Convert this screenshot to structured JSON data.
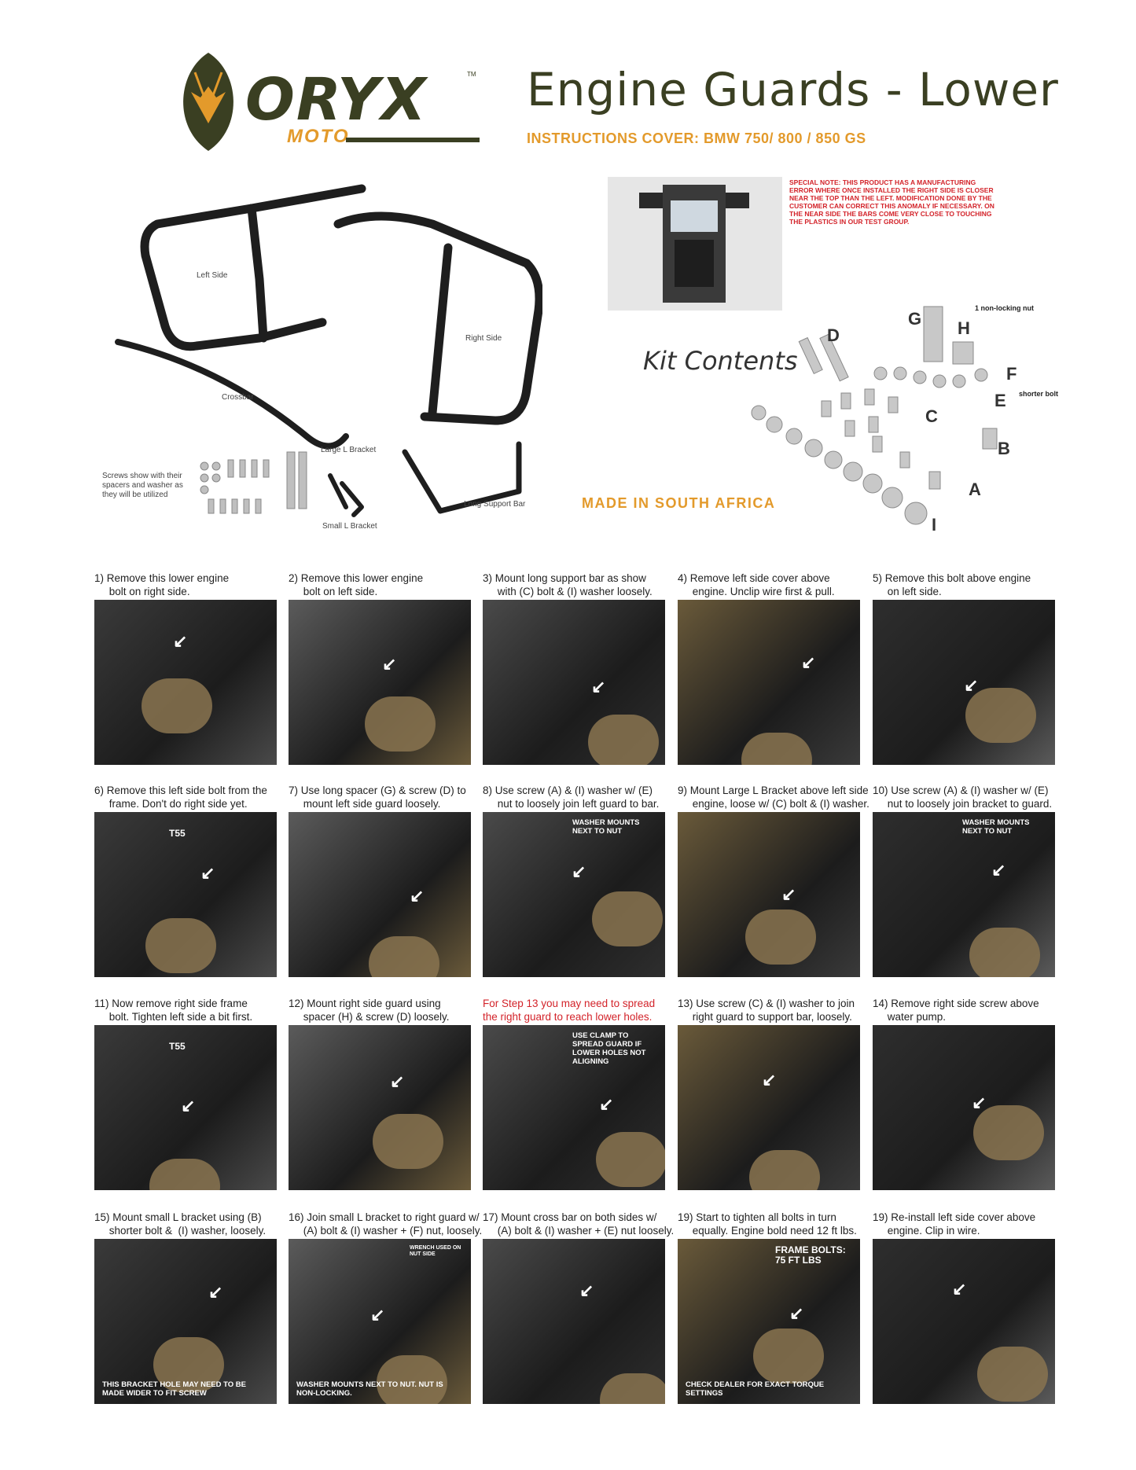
{
  "header": {
    "brand": "ORYX",
    "brand_sub": "MOTO",
    "trademark": "TM",
    "title": "Engine Guards - Lower",
    "subtitle": "INSTRUCTIONS COVER:  BMW 750/ 800 / 850 GS"
  },
  "overview": {
    "labels": {
      "left_side": "Left Side",
      "right_side": "Right Side",
      "crossbar": "Crossbar",
      "large_l": "Large L Bracket",
      "small_l": "Small L Bracket",
      "long_support": "Long Support Bar",
      "screws_note": "Screws show with their spacers and washer as they will be utilized"
    }
  },
  "note": {
    "text": "SPECIAL NOTE: THIS PRODUCT HAS A MANUFACTURING ERROR WHERE ONCE INSTALLED THE RIGHT SIDE IS CLOSER NEAR THE TOP THAN THE LEFT. MODIFICATION DONE BY THE CUSTOMER CAN CORRECT THIS ANOMALY IF NECESSARY. ON THE NEAR SIDE THE BARS COME VERY CLOSE TO TOUCHING THE PLASTICS IN OUR TEST GROUP."
  },
  "kit": {
    "title": "Kit Contents",
    "letters": {
      "A": "A",
      "B": "B",
      "C": "C",
      "D": "D",
      "E": "E",
      "F": "F",
      "G": "G",
      "H": "H",
      "I": "I"
    },
    "non_locking": "1 non-locking nut",
    "shorter_bolt": "shorter bolt",
    "made_in": "MADE IN SOUTH AFRICA"
  },
  "steps": [
    {
      "caption": "1) Remove this lower engine\n     bolt on right side.",
      "ann": ""
    },
    {
      "caption": "2) Remove this lower engine\n     bolt on left side.",
      "ann": ""
    },
    {
      "caption": "3) Mount long support bar as show\n     with (C) bolt & (I) washer loosely.",
      "ann": ""
    },
    {
      "caption": "4) Remove left side cover above\n     engine. Unclip wire first & pull.",
      "ann": ""
    },
    {
      "caption": "5) Remove this bolt above engine\n     on left side.",
      "ann": ""
    },
    {
      "caption": "6) Remove this left side bolt from the\n     frame. Don't do right side yet.",
      "ann": "T55"
    },
    {
      "caption": "7) Use long spacer (G) & screw (D) to\n     mount left side guard loosely.",
      "ann": ""
    },
    {
      "caption": "8) Use screw (A) & (I) washer w/ (E)\n     nut to loosely join left guard to bar.",
      "ann": "WASHER MOUNTS NEXT TO NUT"
    },
    {
      "caption": "9) Mount Large L Bracket above left side\n     engine, loose w/ (C) bolt & (I) washer.",
      "ann": ""
    },
    {
      "caption": "10) Use screw (A) & (I) washer w/ (E)\n     nut to loosely join bracket to guard.",
      "ann": "WASHER MOUNTS NEXT TO NUT"
    },
    {
      "caption": "11) Now remove right side frame\n     bolt. Tighten left side a bit first.",
      "ann": "T55"
    },
    {
      "caption": "12) Mount right side guard using\n     spacer (H) & screw (D) loosely.",
      "ann": ""
    },
    {
      "caption": "For Step 13 you may need to spread\nthe right guard to reach lower holes.",
      "ann": "USE CLAMP TO SPREAD GUARD IF LOWER HOLES NOT ALIGNING",
      "red": true
    },
    {
      "caption": "13) Use screw (C) & (I) washer to join\n     right guard to support bar, loosely.",
      "ann": ""
    },
    {
      "caption": "14) Remove right side screw above\n     water pump.",
      "ann": ""
    },
    {
      "caption": "15) Mount small L bracket using (B)\n     shorter bolt &  (I) washer, loosely.",
      "ann": "THIS BRACKET HOLE MAY NEED TO BE MADE WIDER TO FIT SCREW"
    },
    {
      "caption": "16) Join small L bracket to right guard w/\n     (A) bolt & (I) washer + (F) nut, loosely.",
      "ann": "WASHER MOUNTS NEXT TO NUT. NUT IS NON-LOCKING.",
      "ann2": "WRENCH USED ON NUT SIDE"
    },
    {
      "caption": "17) Mount cross bar on both sides w/\n     (A) bolt & (I) washer + (E) nut loosely.",
      "ann": ""
    },
    {
      "caption": "19) Start to tighten all bolts in turn\n     equally. Engine bold need 12 ft lbs.",
      "ann": "CHECK DEALER FOR EXACT TORQUE SETTINGS",
      "ann2": "FRAME BOLTS: 75 FT LBS"
    },
    {
      "caption": "19) Re-install left side cover above\n     engine. Clip in wire.",
      "ann": ""
    }
  ],
  "colors": {
    "olive": "#3a3f22",
    "orange": "#e39a2b",
    "red": "#d3232a"
  }
}
